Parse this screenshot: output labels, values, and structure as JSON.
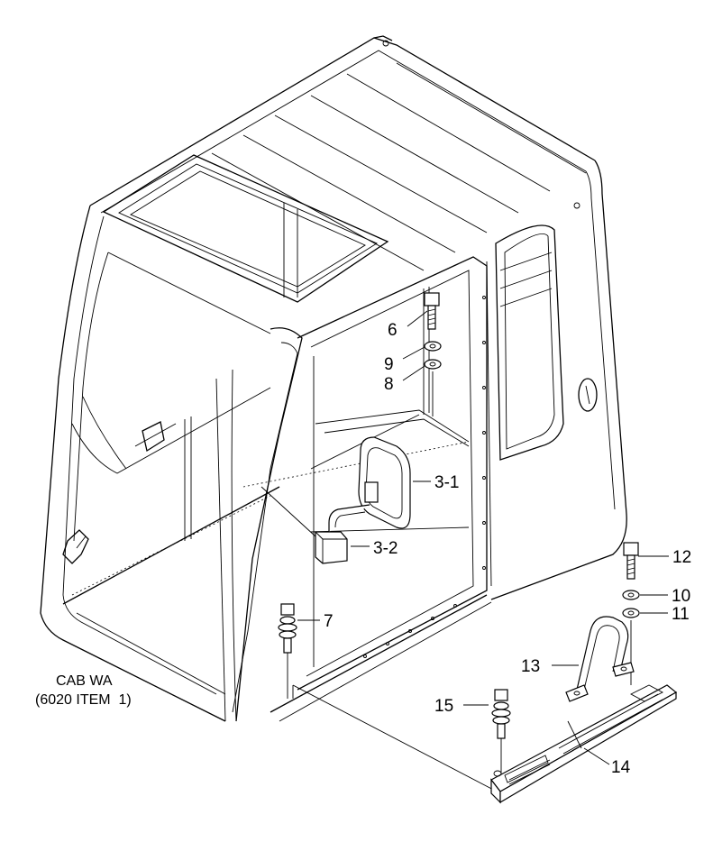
{
  "caption": {
    "line1": "CAB WA",
    "line2": "(6020 ITEM  1)"
  },
  "callouts": {
    "c6": "6",
    "c9": "9",
    "c8": "8",
    "c3_1": "3-1",
    "c3_2": "3-2",
    "c7": "7",
    "c12": "12",
    "c10": "10",
    "c11": "11",
    "c13": "13",
    "c15": "15",
    "c14": "14"
  }
}
